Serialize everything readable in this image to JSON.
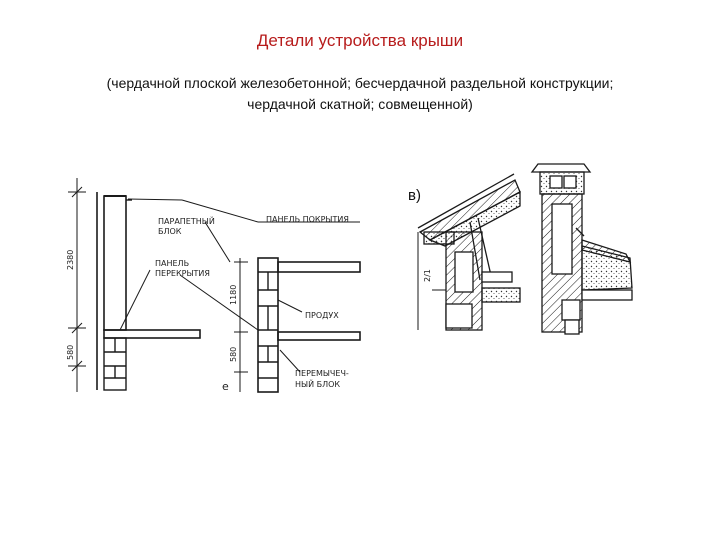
{
  "slide": {
    "title": "Детали устройства крыши",
    "subtitle_line1": "(чердачной плоской железобетонной; бесчердачной раздельной конструкции;",
    "subtitle_line2": "чердачной скатной; совмещенной)"
  },
  "left_drawing": {
    "labels": {
      "parapet_1": "ПАРАПЕТНЫЙ",
      "parapet_2": "БЛОК",
      "roof_panel": "ПАНЕЛЬ ПОКРЫТИЯ",
      "floor_panel_1": "ПАНЕЛЬ",
      "floor_panel_2": "ПЕРЕКРЫТИЯ",
      "vent": "ПРОДУХ",
      "lintel_1": "ПЕРЕМЫЧЕЧ-",
      "lintel_2": "НЫЙ БЛОК",
      "fig_letter": "е"
    },
    "dimensions": {
      "d2380": "2380",
      "d580_left": "580",
      "d1180": "1180",
      "d580_right": "580"
    }
  },
  "right_drawing": {
    "fig_label": "в)",
    "dimension": "2/1"
  },
  "colors": {
    "title": "#b71c1c",
    "text": "#111111",
    "line": "#1a1a1a"
  }
}
